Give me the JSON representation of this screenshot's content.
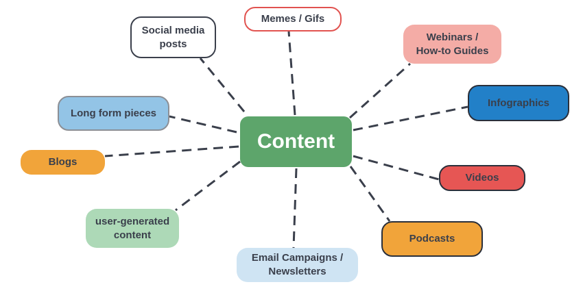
{
  "center": {
    "label": "Content",
    "color": "#5da56b"
  },
  "nodes": [
    {
      "id": "social",
      "label": "Social media\nposts",
      "color": "#ffffff",
      "border": "#3a3f4b"
    },
    {
      "id": "memes",
      "label": "Memes / Gifs",
      "color": "#ffffff",
      "border": "#e1524f"
    },
    {
      "id": "webinars",
      "label": "Webinars /\nHow-to Guides",
      "color": "#f4aca6"
    },
    {
      "id": "longform",
      "label": "Long form pieces",
      "color": "#93c4e6",
      "border": "#8c8f95"
    },
    {
      "id": "infographics",
      "label": "Infographics",
      "color": "#2280c8",
      "border": "#2a2f3a"
    },
    {
      "id": "blogs",
      "label": "Blogs",
      "color": "#f1a43a"
    },
    {
      "id": "videos",
      "label": "Videos",
      "color": "#e65654",
      "border": "#2a2f3a"
    },
    {
      "id": "ugc",
      "label": "user-generated\ncontent",
      "color": "#add9b7"
    },
    {
      "id": "podcasts",
      "label": "Podcasts",
      "color": "#f1a43a",
      "border": "#2a2f3a"
    },
    {
      "id": "email",
      "label": "Email Campaigns /\nNewsletters",
      "color": "#cfe4f3"
    }
  ]
}
